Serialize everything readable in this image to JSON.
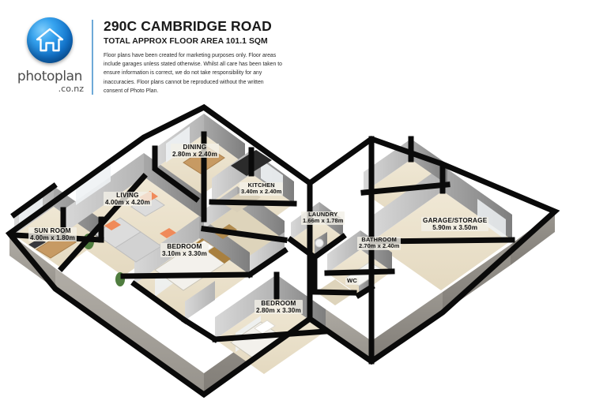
{
  "brand": {
    "logo_icon": "house-in-circle-logo",
    "name": "photoplan",
    "tld": ".co.nz"
  },
  "header": {
    "address": "290C CAMBRIDGE ROAD",
    "floor_area": "TOTAL APPROX FLOOR AREA 101.1 SQM",
    "disclaimer": "Floor plans have been created for marketing purposes only. Floor areas include garages unless stated otherwise. Whilst all care has been taken to ensure information is correct, we do not take responsibility for any inaccuracies. Floor plans cannot be reproduced without the written consent of Photo Plan."
  },
  "plan": {
    "view": "3D isometric floor plan",
    "colors": {
      "wall_outline": "#0a0a0a",
      "floor": "#ece3cf",
      "wall_face_light": "#c9c9c9",
      "wall_face_dark": "#8d8d8d",
      "exterior_base": "#9a9690",
      "accent": "#6ea9d8"
    },
    "rooms": [
      {
        "id": "sun-room",
        "name": "SUN ROOM",
        "dimensions": "4.00m x 1.80m"
      },
      {
        "id": "living",
        "name": "LIVING",
        "dimensions": "4.00m x 4.20m"
      },
      {
        "id": "dining",
        "name": "DINING",
        "dimensions": "2.80m x 2.40m"
      },
      {
        "id": "kitchen",
        "name": "KITCHEN",
        "dimensions": "3.40m x 2.40m"
      },
      {
        "id": "bedroom-1",
        "name": "BEDROOM",
        "dimensions": "3.10m x 3.30m"
      },
      {
        "id": "bedroom-2",
        "name": "BEDROOM",
        "dimensions": "2.80m x 3.30m"
      },
      {
        "id": "laundry",
        "name": "LAUNDRY",
        "dimensions": "1.66m x 1.78m"
      },
      {
        "id": "bathroom",
        "name": "BATHROOM",
        "dimensions": "2.70m x 2.40m"
      },
      {
        "id": "wc",
        "name": "WC",
        "dimensions": ""
      },
      {
        "id": "garage-storage",
        "name": "GARAGE/STORAGE",
        "dimensions": "5.90m x 3.50m"
      }
    ]
  }
}
